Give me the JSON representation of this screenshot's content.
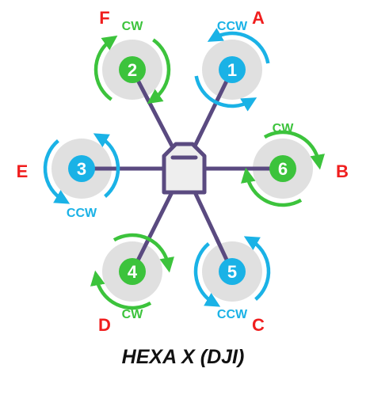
{
  "diagram": {
    "title": "HEXA X (DJI)",
    "colors": {
      "cw": "#3cc33c",
      "ccw": "#1ab2e6",
      "letter": "#f01e1e",
      "arm": "#5a4a80",
      "frame_fill": "#eeeeee",
      "prop_disc": "#e0e0e0",
      "title": "#111111"
    },
    "motors": [
      {
        "number": "1",
        "letter": "A",
        "direction": "CCW"
      },
      {
        "number": "2",
        "letter": "F",
        "direction": "CW"
      },
      {
        "number": "3",
        "letter": "E",
        "direction": "CCW"
      },
      {
        "number": "4",
        "letter": "D",
        "direction": "CW"
      },
      {
        "number": "5",
        "letter": "C",
        "direction": "CCW"
      },
      {
        "number": "6",
        "letter": "B",
        "direction": "CW"
      }
    ]
  }
}
